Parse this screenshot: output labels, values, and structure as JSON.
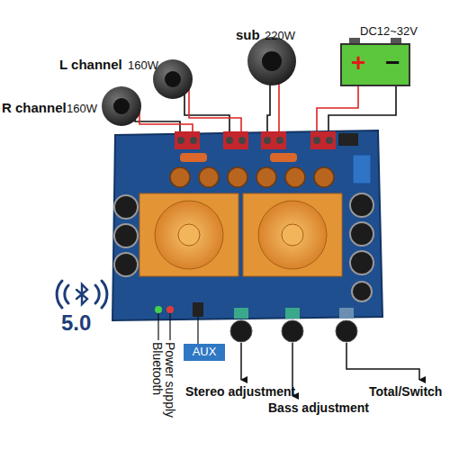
{
  "diagram": {
    "nodes": [
      {
        "text": [
          "+",
          "−"
        ]
      },
      {
        "text": [
          "AUX"
        ]
      }
    ],
    "labels": [
      "L channel",
      "160W",
      "R channel",
      "160W",
      "sub",
      "220W",
      "DC12~32V",
      "5.0",
      "Bluetooth",
      "Power supply",
      "Stereo adjustment",
      "Bass adjustment",
      "Total/Switch"
    ]
  }
}
